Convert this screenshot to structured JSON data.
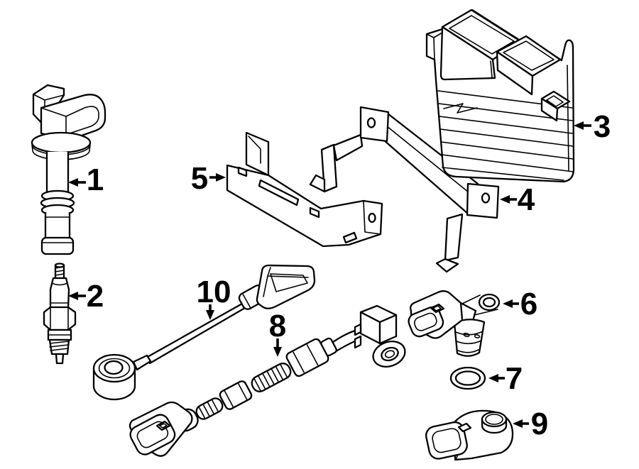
{
  "canvas": {
    "background": "#ffffff",
    "line_color": "#000000",
    "label_color": "#000000"
  },
  "callouts": [
    {
      "label": "1"
    },
    {
      "label": "2"
    },
    {
      "label": "3"
    },
    {
      "label": "4"
    },
    {
      "label": "5"
    },
    {
      "label": "6"
    },
    {
      "label": "7"
    },
    {
      "label": "8"
    },
    {
      "label": "9"
    },
    {
      "label": "10"
    }
  ]
}
